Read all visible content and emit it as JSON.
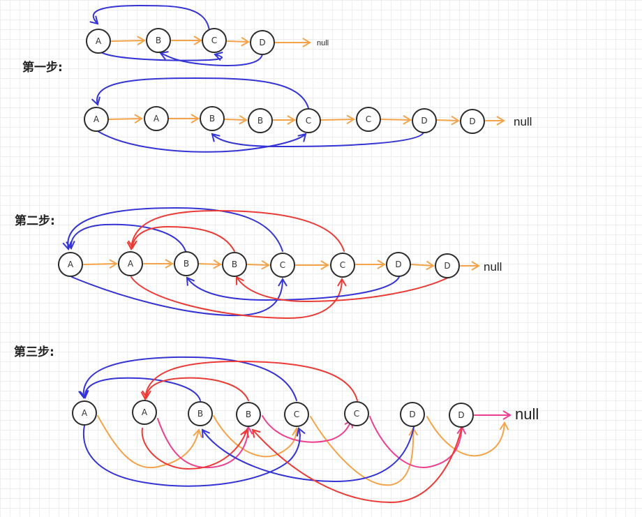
{
  "colors": {
    "next": "#f5a34a",
    "random_old": "#3434d6",
    "random_new": "#ec3a35",
    "pink": "#ee3f8f"
  },
  "steps": [
    {
      "label": "第一步:",
      "original_list": {
        "nodes": [
          "A",
          "B",
          "C",
          "D"
        ],
        "null_label": "null"
      },
      "list": {
        "nodes": [
          "A",
          "A",
          "B",
          "B",
          "C",
          "C",
          "D",
          "D"
        ],
        "null_label": "null"
      }
    },
    {
      "label": "第二步:",
      "list": {
        "nodes": [
          "A",
          "A",
          "B",
          "B",
          "C",
          "C",
          "D",
          "D"
        ],
        "null_label": "null"
      }
    },
    {
      "label": "第三步:",
      "list": {
        "nodes": [
          "A",
          "A",
          "B",
          "B",
          "C",
          "C",
          "D",
          "D"
        ],
        "null_label": "null"
      }
    }
  ]
}
